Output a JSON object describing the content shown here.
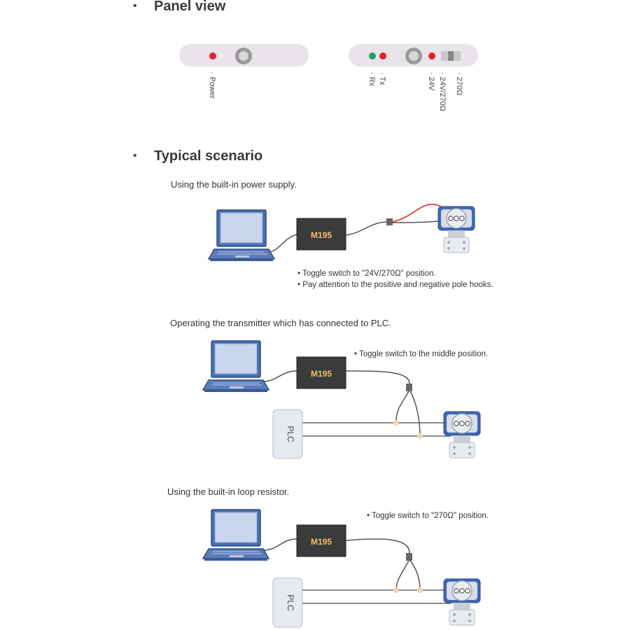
{
  "panel_view": {
    "title": "Panel view",
    "left_panel": {
      "labels": [
        "· Power"
      ]
    },
    "right_panel": {
      "labels": [
        "· Rx",
        "· Tx",
        "· 24V",
        "· 24V/270Ω",
        "· 270Ω"
      ]
    }
  },
  "typical_scenario": {
    "title": "Typical scenario",
    "scenarios": [
      {
        "caption": "Using the built-in power supply.",
        "device_label": "M195",
        "notes": [
          "Toggle switch to \"24V/270Ω\" position.",
          "Pay attention to the positive and negative pole hooks."
        ]
      },
      {
        "caption": "Operating the transmitter which has connected to PLC.",
        "device_label": "M195",
        "plc_label": "PLC",
        "notes": [
          "Toggle switch to the middle position."
        ]
      },
      {
        "caption": "Using the built-in loop resistor.",
        "device_label": "M195",
        "plc_label": "PLC",
        "notes": [
          "Toggle switch to \"270Ω\" position."
        ]
      }
    ]
  },
  "colors": {
    "led_red": "#e0202a",
    "led_green": "#22a05a",
    "device_box": "#3b3b3b",
    "device_text": "#f2c26b",
    "laptop_blue": "#4a6fb0",
    "panel_bg": "#e8e4ea",
    "wire_red": "#e02020"
  }
}
